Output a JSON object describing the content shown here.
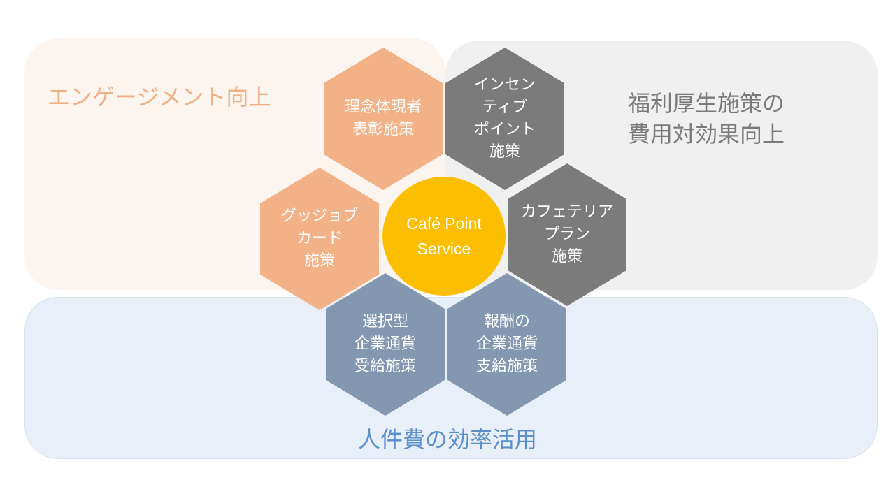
{
  "panels": {
    "engagement": {
      "title": "エンゲージメント向上",
      "color": "#fcf4ee"
    },
    "cost": {
      "title_lines": [
        "福利厚生施策の",
        "費用対効果向上"
      ],
      "color": "#f0f0f0"
    },
    "labor": {
      "title": "人件費の効率活用",
      "color": "#e8eff8"
    }
  },
  "center": {
    "lines": [
      "Café Point",
      "Service"
    ],
    "color": "#fbbe00"
  },
  "hexagons": [
    {
      "id": "rinen",
      "lines": [
        "理念体現者",
        "表彰施策"
      ],
      "color": "#f2b187"
    },
    {
      "id": "incentive",
      "lines": [
        "インセン",
        "ティブ",
        "ポイント",
        "施策"
      ],
      "color": "#7b7b7b"
    },
    {
      "id": "goodjob",
      "lines": [
        "グッジョブ",
        "カード",
        "施策"
      ],
      "color": "#f2b187"
    },
    {
      "id": "cafeteria",
      "lines": [
        "カフェテリア",
        "プラン",
        "施策"
      ],
      "color": "#7b7b7b"
    },
    {
      "id": "sentaku",
      "lines": [
        "選択型",
        "企業通貨",
        "受給施策"
      ],
      "color": "#8497b0"
    },
    {
      "id": "housyu",
      "lines": [
        "報酬の",
        "企業通貨",
        "支給施策"
      ],
      "color": "#8497b0"
    }
  ]
}
